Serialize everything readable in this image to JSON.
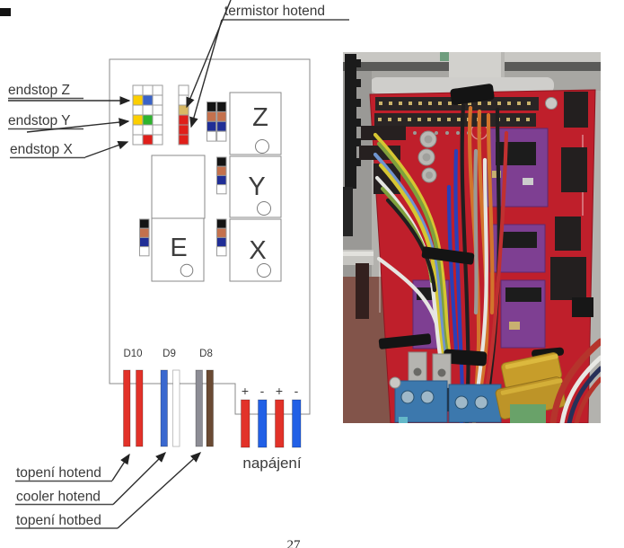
{
  "page": {
    "number": "27"
  },
  "diagram": {
    "callouts": {
      "termistor": "termistor hotend",
      "endstop_z": "endstop Z",
      "endstop_y": "endstop Y",
      "endstop_x": "endstop X",
      "topeni_hotend": "topení hotend",
      "cooler_hotend": "cooler hotend",
      "topeni_hotbed": "topení hotbed",
      "napajeni": "napájení"
    },
    "pin_labels": {
      "d10": "D10",
      "d9": "D9",
      "d8": "D8"
    },
    "power_signs": [
      "+",
      "-",
      "+",
      "-"
    ],
    "motors": {
      "z": "Z",
      "y": "Y",
      "x": "X",
      "e": "E"
    },
    "colors": {
      "white": "#ffffff",
      "yellow": "#fccf00",
      "blue": "#3a63c8",
      "green": "#2eb52e",
      "red": "#e01f1a",
      "tan": "#d9b964",
      "black": "#141414",
      "sienna": "#c4714d",
      "navy": "#202e96",
      "barRed": "#e23229",
      "barBlue": "#3a68cf",
      "barWhite": "#ffffff",
      "barGray": "#8d8d95",
      "barBrown": "#6a4a33",
      "powerBlue": "#2160e6"
    },
    "connectors": {
      "endstop_grid": [
        [
          "white",
          "white",
          "white"
        ],
        [
          "yellow",
          "blue",
          "white"
        ],
        [
          "white",
          "white",
          "white"
        ],
        [
          "yellow",
          "green",
          "white"
        ],
        [
          "white",
          "white",
          "white"
        ],
        [
          "white",
          "red",
          "white"
        ]
      ],
      "thermistor_strip": [
        [
          "white"
        ],
        [
          "white"
        ],
        [
          "tan"
        ],
        [
          "red"
        ],
        [
          "red"
        ],
        [
          "red"
        ]
      ],
      "motor_z": [
        [
          "black",
          "black"
        ],
        [
          "sienna",
          "sienna"
        ],
        [
          "navy",
          "navy"
        ],
        [
          "white",
          "white"
        ]
      ],
      "motor_y": [
        [
          "black"
        ],
        [
          "sienna"
        ],
        [
          "navy"
        ],
        [
          "white"
        ]
      ],
      "motor_x": [
        [
          "black"
        ],
        [
          "sienna"
        ],
        [
          "navy"
        ],
        [
          "white"
        ]
      ],
      "motor_e": [
        [
          "black"
        ],
        [
          "sienna"
        ],
        [
          "navy"
        ],
        [
          "white"
        ]
      ]
    },
    "bars": {
      "d10": [
        "barRed",
        "barRed"
      ],
      "d9": [
        "barBlue",
        "barWhite"
      ],
      "d8": [
        "barGray",
        "barBrown"
      ],
      "power": [
        "barRed",
        "powerBlue",
        "barRed",
        "powerBlue"
      ]
    }
  }
}
